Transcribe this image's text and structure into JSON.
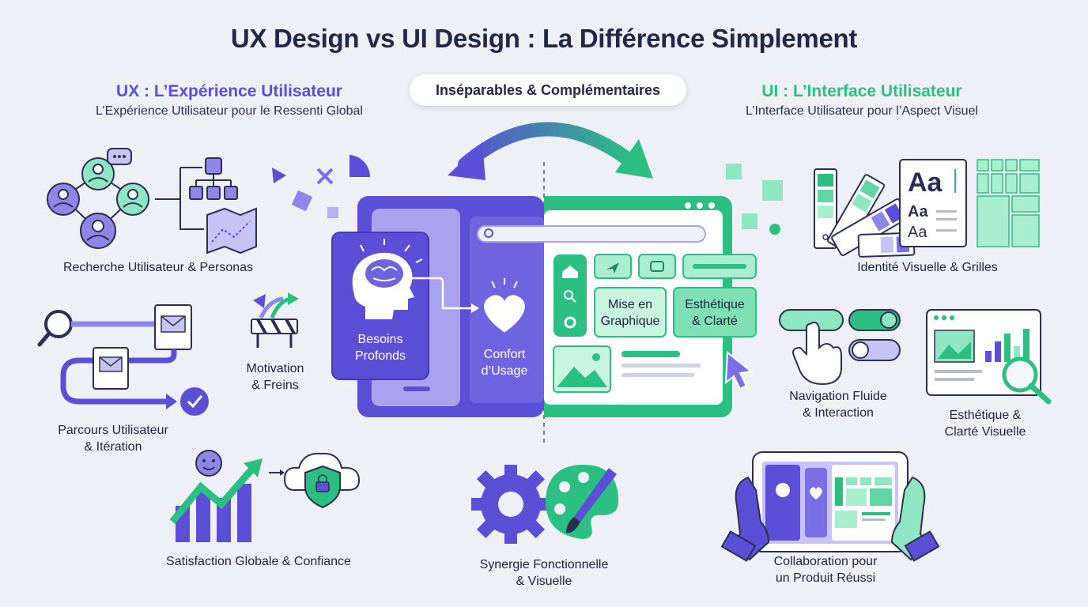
{
  "title": "UX Design vs UI Design : La Différence Simplement",
  "center_pill": "Inséparables & Complémentaires",
  "ux": {
    "heading": "UX : L’Expérience Utilisateur",
    "subtitle": "L’Expérience Utilisateur pour le Ressenti Global",
    "items": [
      {
        "line1": "Recherche Utilisateur & Personas",
        "line2": ""
      },
      {
        "line1": "Motivation",
        "line2": "& Freins"
      },
      {
        "line1": "Parcours Utilisateur",
        "line2": "& Itération"
      },
      {
        "line1": "Satisfaction Globale & Confiance",
        "line2": ""
      }
    ]
  },
  "ui": {
    "heading": "UI : L’Interface Utilisateur",
    "subtitle": "L’Interface Utilisateur pour l’Aspect Visuel",
    "items": [
      {
        "line1": "Identité Visuelle & Grilles",
        "line2": ""
      },
      {
        "line1": "Navigation Fluide",
        "line2": "& Interaction"
      },
      {
        "line1": "Esthétique &",
        "line2": "Clarté Visuelle"
      },
      {
        "line1": "Collaboration pour",
        "line2": "un Produit Réussi"
      }
    ]
  },
  "center": {
    "besoins_1": "Besoins",
    "besoins_2": "Profonds",
    "confort_1": "Confort",
    "confort_2": "d’Usage",
    "mise_1": "Mise en",
    "mise_2": "Graphique",
    "esth_1": "Esthétique",
    "esth_2": "& Clarté",
    "synergy_1": "Synergie Fonctionnelle",
    "synergy_2": "& Visuelle"
  },
  "typo": {
    "big": "Aa",
    "mid": "Aa",
    "small": "Aa"
  },
  "colors": {
    "ux_purple": "#5b4fd6",
    "ui_green": "#2cbf82",
    "bg": "#eef0f6"
  }
}
